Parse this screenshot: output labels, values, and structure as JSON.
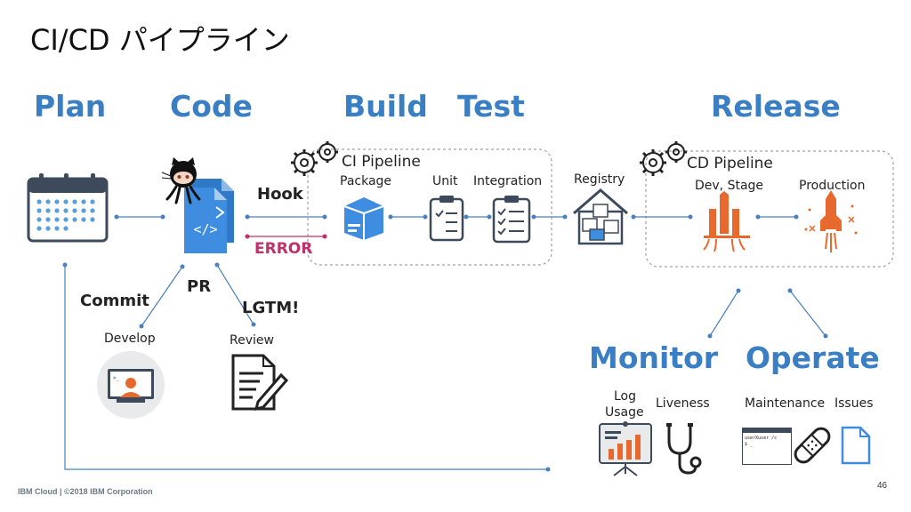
{
  "title": "CI/CD パイプライン",
  "stages": {
    "plan": "Plan",
    "code": "Code",
    "build": "Build",
    "test": "Test",
    "release": "Release",
    "monitor": "Monitor",
    "operate": "Operate"
  },
  "ci_pipeline": {
    "label": "CI Pipeline",
    "package": "Package",
    "unit": "Unit",
    "integration": "Integration"
  },
  "registry": "Registry",
  "cd_pipeline": {
    "label": "CD Pipeline",
    "dev_stage": "Dev, Stage",
    "production": "Production"
  },
  "flow": {
    "hook": "Hook",
    "error": "ERROR",
    "commit": "Commit",
    "pr": "PR",
    "lgtm": "LGTM!",
    "develop": "Develop",
    "review": "Review"
  },
  "monitor_items": {
    "log_usage_line1": "Log",
    "log_usage_line2": "Usage",
    "liveness": "Liveness"
  },
  "operate_items": {
    "maintenance": "Maintenance",
    "issues": "Issues",
    "terminal_text_1": "userXuser /c",
    "terminal_text_2": "$ _"
  },
  "footer": "IBM Cloud | ©2018 IBM Corporation",
  "page_number": "46",
  "colors": {
    "stage_blue": "#3a7fc4",
    "error_magenta": "#c0306a",
    "line_blue": "#4a7fc0",
    "rocket_orange": "#e8692e"
  }
}
